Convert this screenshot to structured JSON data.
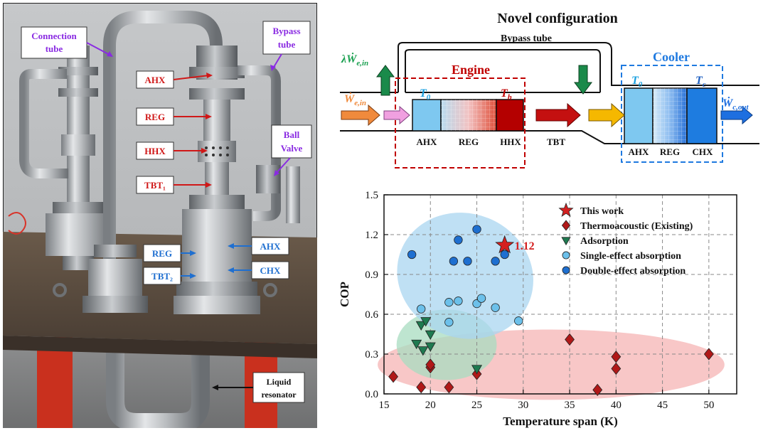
{
  "photo": {
    "callouts": {
      "connection_tube": [
        "Connection",
        "tube"
      ],
      "bypass_tube": [
        "Bypass",
        "tube"
      ],
      "ball_valve": [
        "Ball",
        "Valve"
      ],
      "liquid_resonator": [
        "Liquid",
        "resonator"
      ]
    },
    "labels_red": [
      "AHX",
      "REG",
      "HHX",
      "TBT₁"
    ],
    "labels_blue": {
      "reg": "REG",
      "tbt2": "TBT₂",
      "ahx": "AHX",
      "chx": "CHX"
    }
  },
  "schematic": {
    "title": "Novel configuration",
    "bypass_label": "Bypass tube",
    "engine_label": "Engine",
    "cooler_label": "Cooler",
    "lambda_w": "λẆ",
    "lambda_w_sub": "e,in",
    "w_in": "Ẇ",
    "w_in_sub": "e,in",
    "w_out": "Ẇ",
    "w_out_sub": "c,out",
    "t0_main": "T",
    "t0_main_sub": "0",
    "th": "T",
    "th_sub": "h",
    "t0_cool": "T",
    "t0_cool_sub": "0",
    "tc": "T",
    "tc_sub": "c",
    "engine_components": [
      "AHX",
      "REG",
      "HHX"
    ],
    "tbt_label": "TBT",
    "cooler_components": [
      "AHX",
      "REG",
      "CHX"
    ],
    "colors": {
      "engine_box": "#c00000",
      "cooler_box": "#1f7ae0",
      "engine_text": "#c00000",
      "cooler_text": "#1f7ae0",
      "ahx_fill": "#7ec8f0",
      "hhx_fill": "#b40000",
      "chx_fill": "#1e7ce0",
      "green": "#1a8a4a",
      "orange": "#f08a3c",
      "pink": "#f0a0e0",
      "tbt_red": "#c41010",
      "gold": "#f5b800",
      "blue_arrow": "#1e6fe0"
    }
  },
  "chart_data": {
    "type": "scatter",
    "xlabel": "Temperature span (K)",
    "ylabel": "COP",
    "xlim": [
      15,
      53
    ],
    "ylim": [
      0,
      1.5
    ],
    "xticks": [
      "15",
      "20",
      "25",
      "30",
      "35",
      "40",
      "45",
      "50"
    ],
    "yticks": [
      "0.0",
      "0.3",
      "0.6",
      "0.9",
      "1.2",
      "1.5"
    ],
    "grid": true,
    "legend_position": "top-right",
    "series": [
      {
        "name": "This work",
        "marker": "star",
        "color": "#d42020",
        "points": [
          [
            28,
            1.12
          ]
        ]
      },
      {
        "name": "Thermoacoustic (Existing)",
        "marker": "diamond",
        "color": "#b01818",
        "points": [
          [
            16,
            0.13
          ],
          [
            19,
            0.05
          ],
          [
            20,
            0.2
          ],
          [
            20,
            0.22
          ],
          [
            22,
            0.05
          ],
          [
            25,
            0.15
          ],
          [
            35,
            0.41
          ],
          [
            38,
            0.03
          ],
          [
            40,
            0.28
          ],
          [
            40,
            0.19
          ],
          [
            50,
            0.3
          ]
        ]
      },
      {
        "name": "Adsorption",
        "marker": "triangle-down",
        "color": "#1e7a50",
        "points": [
          [
            19,
            0.52
          ],
          [
            19.5,
            0.55
          ],
          [
            19.2,
            0.33
          ],
          [
            18.5,
            0.38
          ],
          [
            20,
            0.45
          ],
          [
            20,
            0.36
          ],
          [
            25,
            0.19
          ]
        ]
      },
      {
        "name": "Single-effect absorption",
        "marker": "circle",
        "color": "#6cc0ea",
        "points": [
          [
            19,
            0.64
          ],
          [
            22,
            0.54
          ],
          [
            22,
            0.69
          ],
          [
            23,
            0.7
          ],
          [
            25,
            0.68
          ],
          [
            25.5,
            0.72
          ],
          [
            27,
            0.65
          ],
          [
            29.5,
            0.55
          ]
        ]
      },
      {
        "name": "Double-effect absorption",
        "marker": "circle",
        "color": "#1e6fd0",
        "points": [
          [
            18,
            1.05
          ],
          [
            22.5,
            1.0
          ],
          [
            23,
            1.16
          ],
          [
            24,
            1.0
          ],
          [
            25,
            1.24
          ],
          [
            27,
            1.0
          ],
          [
            28,
            1.05
          ]
        ]
      }
    ],
    "annotations": [
      {
        "text": "1.12",
        "x": 28,
        "y": 1.12,
        "color": "#d42020"
      }
    ],
    "regions": [
      {
        "series": "Double-effect absorption / Single-effect absorption",
        "color": "#a9d6f0"
      },
      {
        "series": "Adsorption",
        "color": "#a8dcc0"
      },
      {
        "series": "Thermoacoustic (Existing)",
        "color": "#f5b4b4"
      }
    ]
  }
}
